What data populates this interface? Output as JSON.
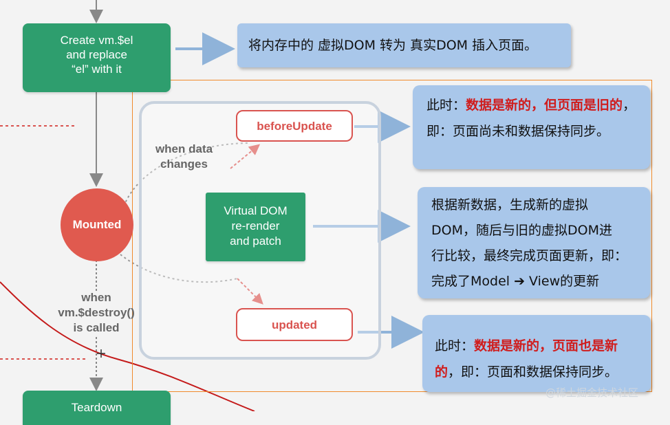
{
  "top_box": {
    "lines": [
      "Create vm.$el",
      "and replace",
      "“el” with it"
    ]
  },
  "top_note": {
    "text": "将内存中的 虚拟DOM 转为 真实DOM 插入页面。"
  },
  "mounted": {
    "label": "Mounted"
  },
  "when_data_changes": [
    "when data",
    "changes"
  ],
  "before_update": {
    "label": "beforeUpdate"
  },
  "virtual_dom": {
    "lines": [
      "Virtual DOM",
      "re-render",
      "and patch"
    ]
  },
  "updated": {
    "label": "updated"
  },
  "when_destroy": [
    "when",
    "vm.$destroy()",
    "is called"
  ],
  "teardown": {
    "label": "Teardown"
  },
  "note1": {
    "prefix": "此时：",
    "red1": "数据是新的",
    "mid": "，",
    "red2": "但页面是旧的",
    "suffix": "，即：页面尚未和数据保持同步。"
  },
  "note2": {
    "lines": [
      "根据新数据，生成新的虚拟",
      "DOM，随后与旧的虚拟DOM进",
      "行比较，最终完成页面更新，即：",
      "完成了Model ➔ View的更新"
    ]
  },
  "note3": {
    "prefix": "此时：",
    "red1": "数据是新的",
    "mid": "，",
    "red2": "页面也是新的",
    "suffix": "，即：页面和数据保持同步。"
  },
  "watermark": "@稀土掘金技术社区",
  "colors": {
    "green": "#2e9e6e",
    "blue_note": "#a9c7ea",
    "red_accent": "#d01c1c",
    "pill_border": "#d9534f",
    "orange_frame": "#f08a2a"
  }
}
